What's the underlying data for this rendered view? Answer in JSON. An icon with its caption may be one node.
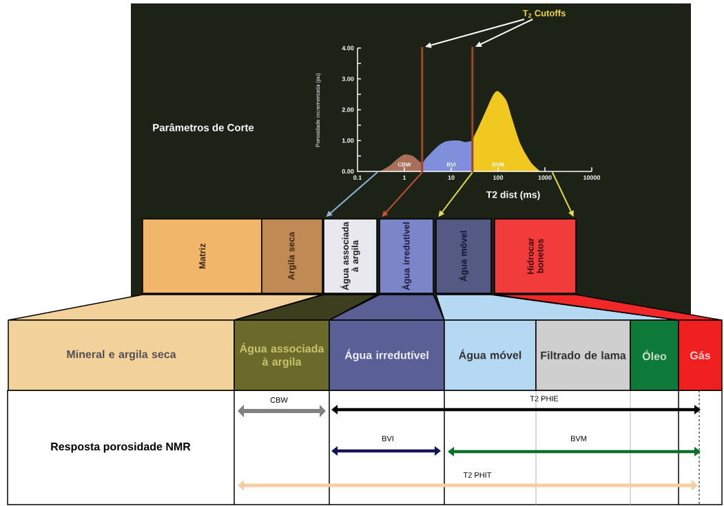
{
  "diagram": {
    "nodes": [
      {
        "text": [
          "T$_{2}$ Cutoffs"
        ]
      },
      {
        "text": [],
        "shape": "picture"
      },
      {
        "text": [],
        "shape": "bar",
        "in": 1
      },
      {
        "text": [],
        "shape": "bar",
        "in": 1
      },
      {
        "text": [
          "Matriz"
        ]
      },
      {
        "text": [
          "Argila seca"
        ]
      },
      {
        "text": [
          "Água associada à argila"
        ]
      },
      {
        "text": [
          "Água irredutível"
        ]
      },
      {
        "text": [
          "Água móvel"
        ]
      },
      {
        "text": [
          "Hidrocar bonetos"
        ]
      },
      {
        "text": [
          "Mineral e argila seca"
        ]
      },
      {
        "text": [
          "Água associada à argila"
        ]
      },
      {
        "text": [
          "Água irredutível"
        ]
      },
      {
        "text": [
          "Água móvel"
        ]
      },
      {
        "text": [
          "Filtrado de lama"
        ]
      },
      {
        "text": [
          "Óleo"
        ]
      },
      {
        "text": [
          "Gás"
        ]
      }
    ],
    "edges": [
      {
        "from": 0,
        "to": 2,
        "arrow": "to",
        "color": "#ffffff"
      },
      {
        "from": 0,
        "to": 3,
        "arrow": "to",
        "color": "#ffffff"
      },
      {
        "from": 1,
        "to": 6,
        "arrow": "to",
        "color": "#8fb4d8"
      },
      {
        "from": 2,
        "to": 7,
        "arrow": "to",
        "color": "#c8503a"
      },
      {
        "from": 3,
        "to": 8,
        "arrow": "to",
        "color": "#e8dc50"
      },
      {
        "from": 1,
        "to": 9,
        "arrow": "to",
        "color": "#e8dc50"
      }
    ],
    "labels": [
      "Porosidade incrementada (pu)",
      "4.00",
      "3.00",
      "2.00",
      "Parâmetros de Corte",
      "1.00",
      "CBW",
      "BVI",
      "BVM",
      "0.00",
      "0.1",
      "1",
      "10",
      "100",
      "1000",
      "10000",
      "T2 dist (ms)",
      "CBW",
      "T2 PHIE",
      "BVI",
      "BVM",
      "Resposta porosidade NMR",
      "T2 PHIT"
    ]
  }
}
